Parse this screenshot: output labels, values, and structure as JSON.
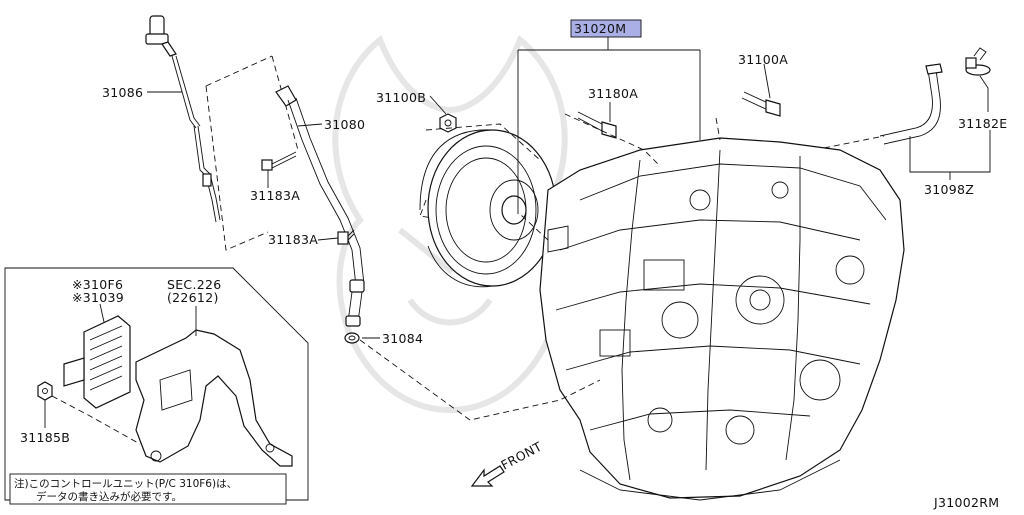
{
  "diagram_id": "J31002RM",
  "highlight_color": "#aab0e6",
  "labels": {
    "p31020M": "31020M",
    "p31086": "31086",
    "p31080": "31080",
    "p31183A_1": "31183A",
    "p31183A_2": "31183A",
    "p31100B": "31100B",
    "p31180A": "31180A",
    "p31100A": "31100A",
    "p31182E": "31182E",
    "p31098Z": "31098Z",
    "p31084": "31084",
    "p310F6": "※310F6",
    "p31039": "※31039",
    "sec226": "SEC.226",
    "sec22612": "(22612)",
    "p31185B": "31185B",
    "front": "FRONT"
  },
  "note": {
    "line1": "注)このコントロールユニット(P/C 310F6)は、",
    "line2": "データの書き込みが必要です。"
  }
}
